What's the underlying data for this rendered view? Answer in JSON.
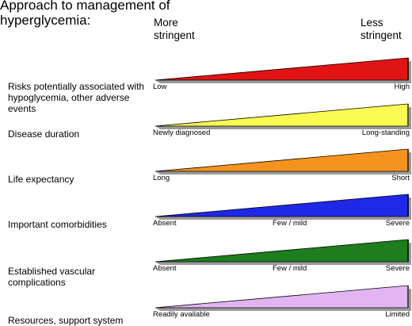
{
  "title": "Approach to management of hyperglycemia:",
  "header": {
    "more": "More stringent",
    "less": "Less stringent"
  },
  "rows": [
    {
      "factor": "Risks potentially associated with hypoglycemia, other adverse events",
      "color": "#e01414",
      "labels": {
        "left": "Low",
        "right": "High"
      }
    },
    {
      "factor": "Disease duration",
      "color": "#fafa50",
      "labels": {
        "left": "Newly diagnosed",
        "right": "Long-standing"
      }
    },
    {
      "factor": "Life expectancy",
      "color": "#f5931e",
      "labels": {
        "left": "Long",
        "right": "Short"
      }
    },
    {
      "factor": "Important comorbidities",
      "color": "#1e28e6",
      "labels": {
        "left": "Absent",
        "mid": "Few / mild",
        "right": "Severe"
      }
    },
    {
      "factor": "Established vascular complications",
      "color": "#1e7d1e",
      "labels": {
        "left": "Absent",
        "mid": "Few / mild",
        "right": "Severe"
      }
    },
    {
      "factor": "Resources, support system",
      "color": "#e2b4f0",
      "labels": {
        "left": "Readily available",
        "right": "Limited"
      }
    }
  ]
}
